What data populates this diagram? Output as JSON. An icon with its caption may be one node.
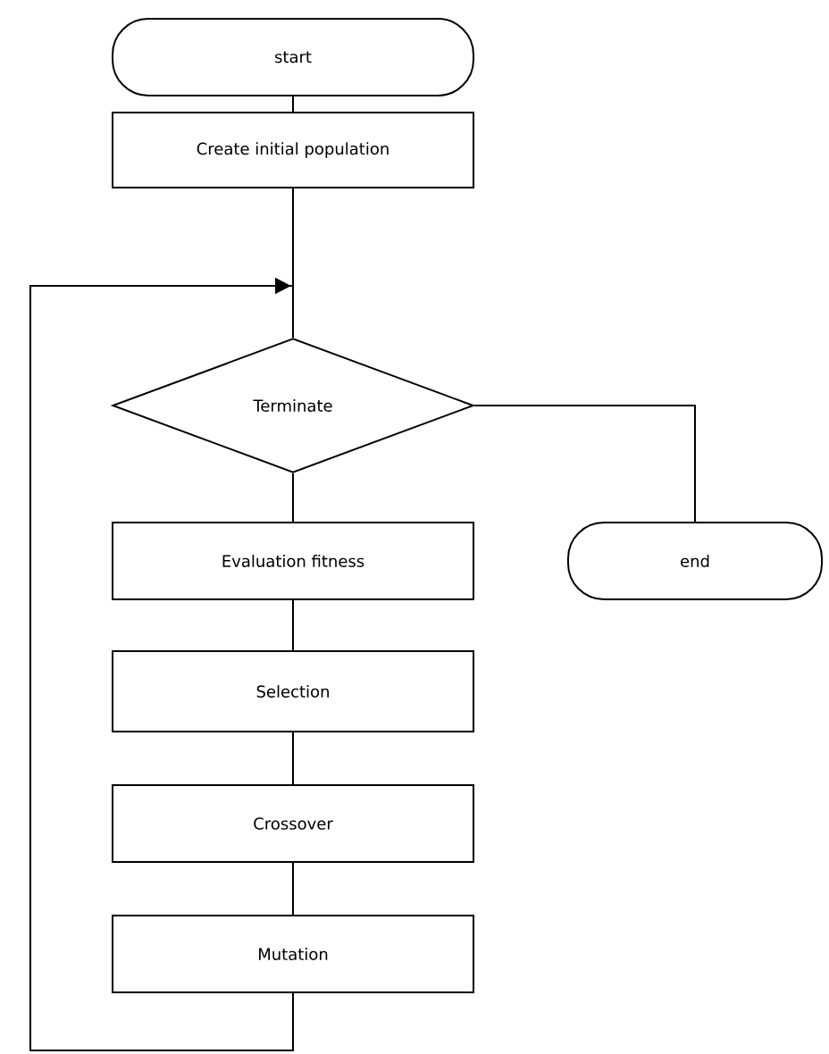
{
  "diagram": {
    "nodes": [
      {
        "text": [
          "start"
        ]
      },
      {
        "text": [
          "Create initial population"
        ]
      },
      {
        "text": [
          "Terminate"
        ]
      },
      {
        "text": [
          "Evaluation fitness"
        ]
      },
      {
        "text": [
          "end"
        ]
      },
      {
        "text": [
          "Selection"
        ]
      },
      {
        "text": [
          "Crossover"
        ]
      },
      {
        "text": [
          "Mutation"
        ]
      }
    ],
    "edges": [
      {
        "from": 0,
        "to": 1,
        "arrow": "none"
      },
      {
        "from": 1,
        "to": 2,
        "arrow": "none"
      },
      {
        "from": 2,
        "to": 3,
        "arrow": "none"
      },
      {
        "from": 2,
        "to": 4,
        "arrow": "none"
      },
      {
        "from": 3,
        "to": 5,
        "arrow": "none"
      },
      {
        "from": 5,
        "to": 6,
        "arrow": "none"
      },
      {
        "from": 6,
        "to": 7,
        "arrow": "none"
      },
      {
        "from": 7,
        "to": 2,
        "arrow": "to"
      }
    ]
  }
}
